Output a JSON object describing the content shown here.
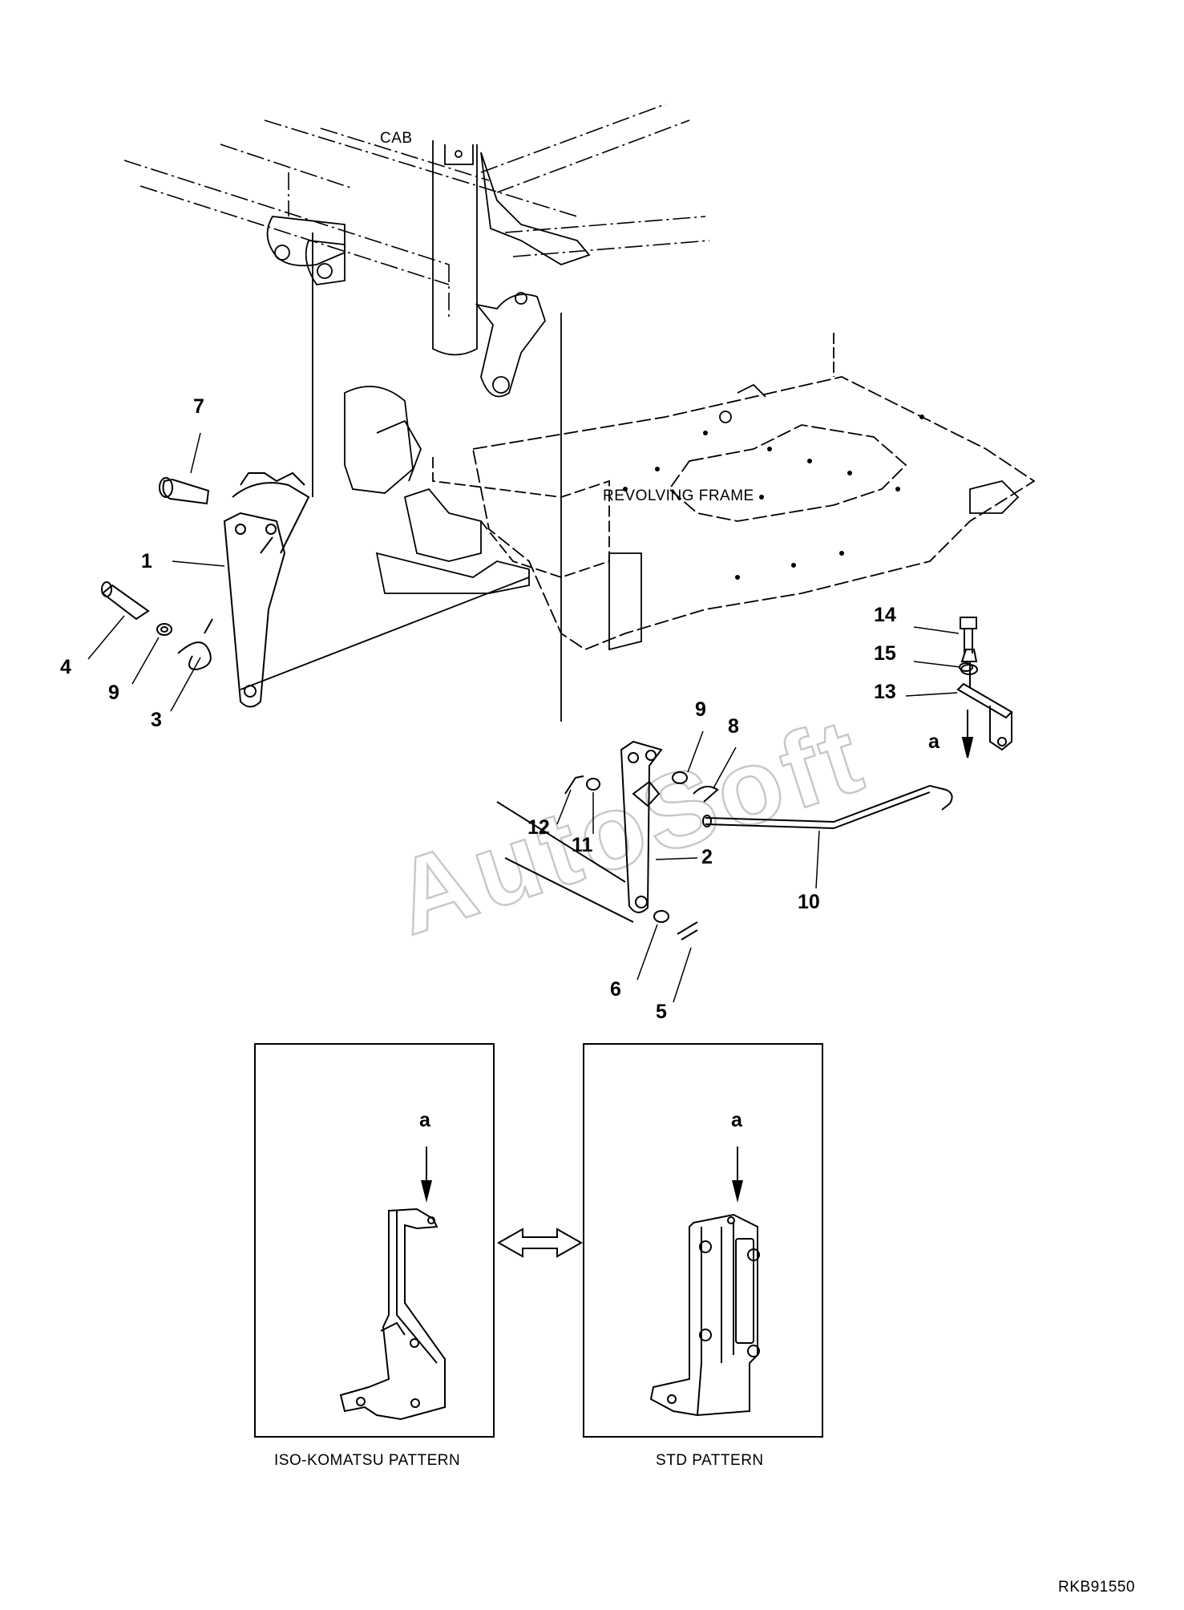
{
  "labels": {
    "cab": "CAB",
    "revolving_frame": "REVOLVING FRAME",
    "iso_pattern": "ISO-KOMATSU PATTERN",
    "std_pattern": "STD PATTERN",
    "drawing_number": "RKB91550",
    "watermark": "AutoSoft",
    "view_letter": "a"
  },
  "callouts": [
    "1",
    "2",
    "3",
    "4",
    "5",
    "6",
    "7",
    "8",
    "9",
    "9",
    "10",
    "11",
    "12",
    "13",
    "14",
    "15"
  ]
}
